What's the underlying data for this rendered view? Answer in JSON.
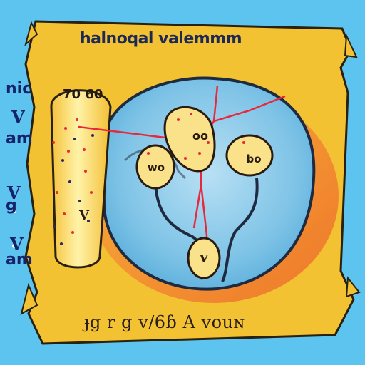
{
  "diagram": {
    "title": "halnoqal valemmm",
    "side_labels": [
      "nic",
      "V",
      "am",
      "V",
      "g",
      "V",
      "am"
    ],
    "top_numbers": "70  60",
    "cells": [
      {
        "label": "wo"
      },
      {
        "label": "oo"
      },
      {
        "label": "bo"
      },
      {
        "label": "v"
      }
    ],
    "tube_label": "V",
    "bottom_text": "ɟg r g v/6ɓ A vouɴ",
    "colors": {
      "background": "#5cc4ee",
      "outer_panel": "#f2c233",
      "heart_blue": "#8fcdea",
      "tube_yellow": "#fbe680",
      "connector_red": "#e8283c",
      "cell_fill": "#fae28a"
    }
  }
}
